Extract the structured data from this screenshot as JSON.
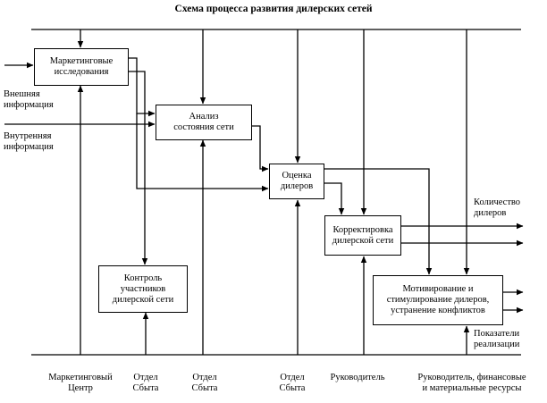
{
  "title": "Схема процесса развития дилерских сетей",
  "boxes": {
    "marketing_research": "Маркетинговые\nисследования",
    "network_analysis": "Анализ\nсостояния сети",
    "dealer_evaluation": "Оценка\nдилеров",
    "network_adjustment": "Корректировка\nдилерской сети",
    "participants_control": "Контроль\nучастников\nдилерской сети",
    "motivation": "Мотивирование и\nстимулирование дилеров,\nустранение конфликтов"
  },
  "inputs": {
    "external_info": "Внешняя\nинформация",
    "internal_info": "Внутренняя\nинформация"
  },
  "outputs": {
    "dealer_count": "Количество\nдилеров",
    "sales_indicators": "Показатели\nреализации"
  },
  "mechanisms": {
    "marketing_center": "Маркетинговый\nЦентр",
    "sales_dept_1": "Отдел\nСбыта",
    "sales_dept_2": "Отдел\nСбыта",
    "sales_dept_3": "Отдел\nСбыта",
    "manager": "Руководитель",
    "manager_resources": "Руководитель, финансовые\nи материальные ресурсы"
  }
}
